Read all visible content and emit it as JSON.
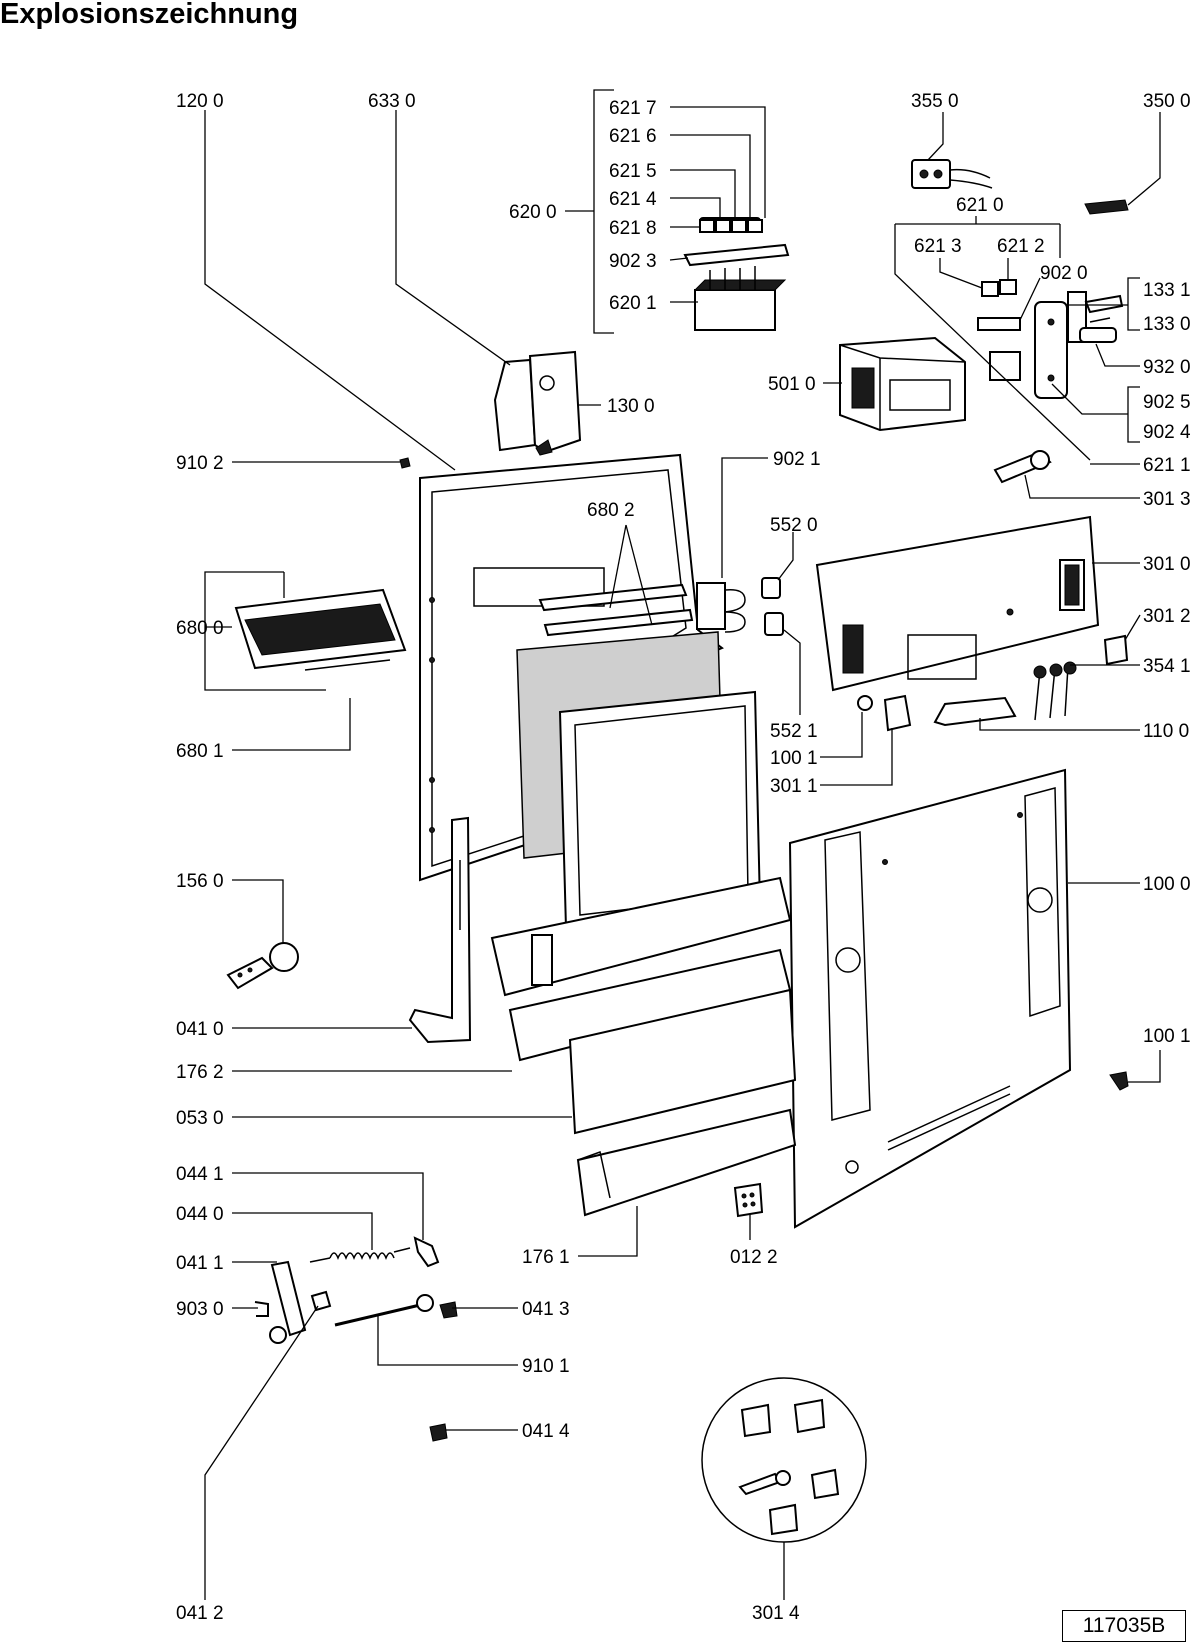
{
  "title": "Explosionszeichnung",
  "doc_number": "117035B",
  "labels": {
    "l1200": "120 0",
    "l6330": "633 0",
    "l6217": "621 7",
    "l6216": "621 6",
    "l6215": "621 5",
    "l6214": "621 4",
    "l6200": "620 0",
    "l6218": "621 8",
    "l9023": "902 3",
    "l6201": "620 1",
    "l3550": "355 0",
    "l3500": "350 0",
    "l6210": "621 0",
    "l6213": "621 3",
    "l6212": "621 2",
    "l9020": "902 0",
    "l1331": "133 1",
    "l1330": "133 0",
    "l9320": "932 0",
    "l5010": "501 0",
    "l9025": "902 5",
    "l9024": "902 4",
    "l1300": "130 0",
    "l6211": "621 1",
    "l9102": "910 2",
    "l9021": "902 1",
    "l3013": "301 3",
    "l6802": "680 2",
    "l5520": "552 0",
    "l3010": "301 0",
    "l6800": "680 0",
    "l3012": "301 2",
    "l3541": "354 1",
    "l6801": "680 1",
    "l5521": "552 1",
    "l1100": "110 0",
    "l1001a": "100 1",
    "l3011": "301 1",
    "l1560": "156 0",
    "l1000": "100 0",
    "l0410": "041 0",
    "l1001b": "100 1",
    "l1762": "176 2",
    "l0530": "053 0",
    "l0441": "044 1",
    "l0440": "044 0",
    "l1761": "176 1",
    "l0122": "012 2",
    "l0411": "041 1",
    "l9030": "903 0",
    "l0413": "041 3",
    "l9101": "910 1",
    "l0414": "041 4",
    "l0412": "041 2",
    "l3014": "301 4"
  }
}
